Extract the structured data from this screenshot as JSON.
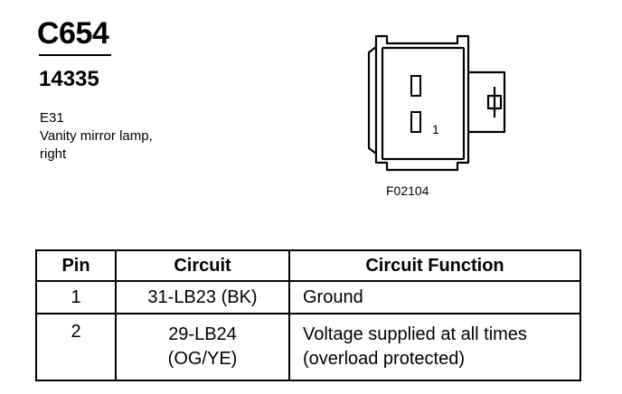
{
  "header": {
    "connector_id": "C654",
    "part_number": "14335",
    "location_code": "E31",
    "description_lines": [
      "Vanity mirror lamp,",
      "right"
    ]
  },
  "diagram": {
    "figure_code": "F02104",
    "pin_label": "1"
  },
  "table": {
    "headers": [
      "Pin",
      "Circuit",
      "Circuit Function"
    ],
    "rows": [
      {
        "pin": "1",
        "circuit_lines": [
          "31-LB23 (BK)"
        ],
        "function_lines": [
          "Ground"
        ]
      },
      {
        "pin": "2",
        "circuit_lines": [
          "29-LB24",
          "(OG/YE)"
        ],
        "function_lines": [
          "Voltage supplied at all times",
          "(overload protected)"
        ]
      }
    ]
  }
}
